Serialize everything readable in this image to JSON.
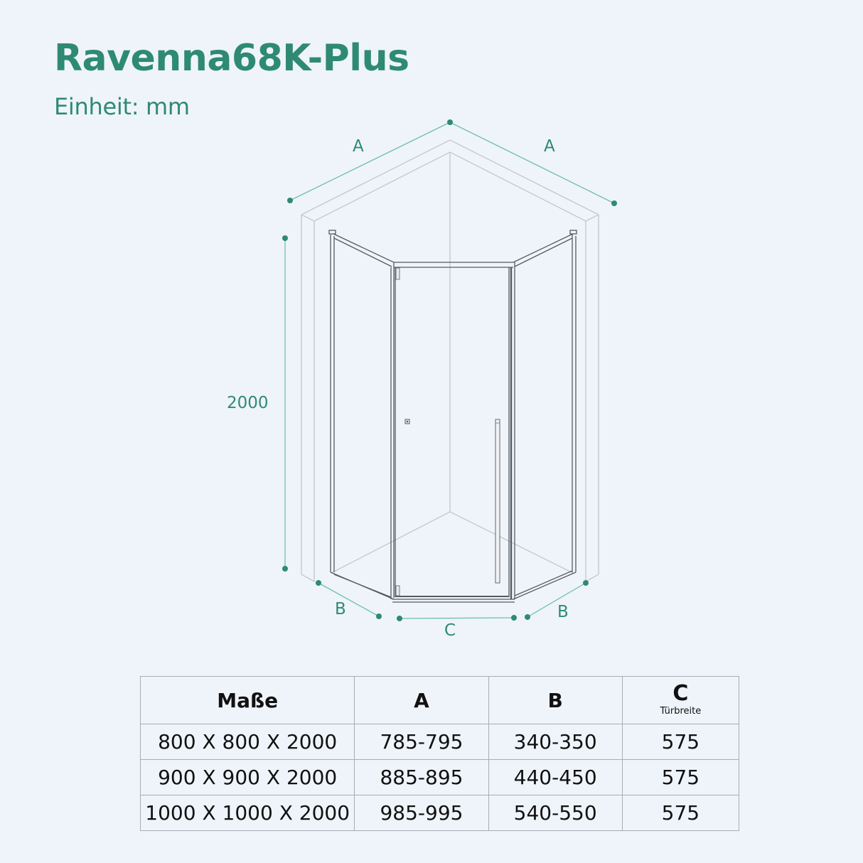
{
  "header": {
    "title": "Ravenna68K-Plus",
    "unit": "Einheit: mm"
  },
  "colors": {
    "accent": "#2e8a74",
    "dimension_line": "#6fbfac",
    "background": "#eff4fa",
    "wall_line": "#c6c9ce",
    "frame_line": "#555a60",
    "table_border": "#a9adb3"
  },
  "diagram": {
    "dimension_labels": {
      "a_left": "A",
      "a_right": "A",
      "height": "2000",
      "b_left": "B",
      "b_right": "B",
      "c": "C"
    },
    "icons": {
      "handle": "door-handle-icon",
      "hinge": "hinge-icon",
      "dimension_dot": "dimension-endpoint-icon"
    }
  },
  "table": {
    "headers": {
      "size": "Maße",
      "a": "A",
      "b": "B",
      "c": "C",
      "c_sub": "Türbreite"
    },
    "rows": [
      {
        "size": "800 X 800 X 2000",
        "a": "785-795",
        "b": "340-350",
        "c": "575"
      },
      {
        "size": "900 X 900 X 2000",
        "a": "885-895",
        "b": "440-450",
        "c": "575"
      },
      {
        "size": "1000 X 1000 X 2000",
        "a": "985-995",
        "b": "540-550",
        "c": "575"
      }
    ]
  }
}
